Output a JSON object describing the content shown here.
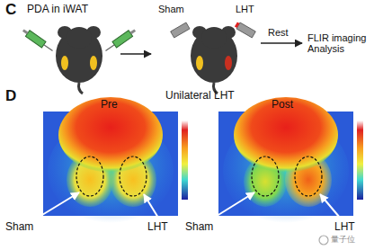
{
  "diagram": {
    "labels": [
      "C",
      "PDA in iWAT",
      "Sham",
      "LHT",
      "Rest",
      "FLIR imaging Analysis",
      "D",
      "Pre",
      "Unilateral LHT",
      "Post",
      "Sham",
      "LHT",
      "Sham",
      "LHT",
      "量子位"
    ]
  }
}
